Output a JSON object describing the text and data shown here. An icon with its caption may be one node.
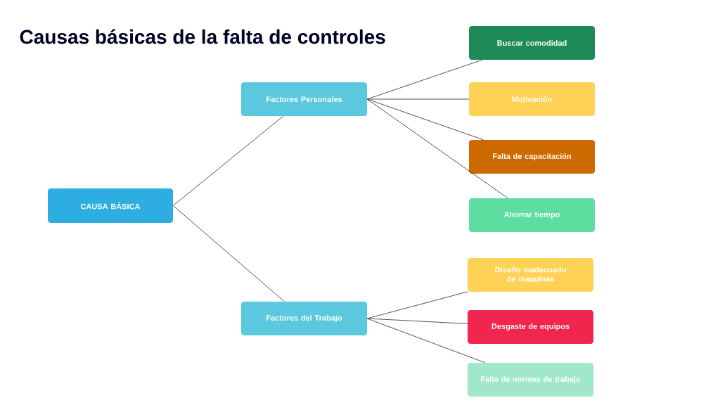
{
  "diagram": {
    "title": "Causas básicas de la falta de controles",
    "nodes": [
      {
        "text": [
          "CAUSA BÁSICA"
        ]
      },
      {
        "text": [
          "Factores Personales"
        ]
      },
      {
        "text": [
          "Factores del Trabajo"
        ]
      },
      {
        "text": [
          "Buscar comodidad"
        ]
      },
      {
        "text": [
          "Motivación"
        ]
      },
      {
        "text": [
          "Falta de capacitación"
        ]
      },
      {
        "text": [
          "Ahorrar tiempo"
        ]
      },
      {
        "text": [
          "Diseño inadecuado de maquinas"
        ]
      },
      {
        "text": [
          "Desgaste de equipos"
        ]
      },
      {
        "text": [
          "Falta de normas de trabajo"
        ]
      }
    ],
    "edges": [
      {
        "from": 0,
        "to": 1,
        "arrow": "none"
      },
      {
        "from": 0,
        "to": 2,
        "arrow": "none"
      },
      {
        "from": 1,
        "to": 3,
        "arrow": "none"
      },
      {
        "from": 1,
        "to": 4,
        "arrow": "none"
      },
      {
        "from": 1,
        "to": 5,
        "arrow": "none"
      },
      {
        "from": 1,
        "to": 6,
        "arrow": "none"
      },
      {
        "from": 2,
        "to": 7,
        "arrow": "none"
      },
      {
        "from": 2,
        "to": 8,
        "arrow": "none"
      },
      {
        "from": 2,
        "to": 9,
        "arrow": "none"
      }
    ]
  }
}
